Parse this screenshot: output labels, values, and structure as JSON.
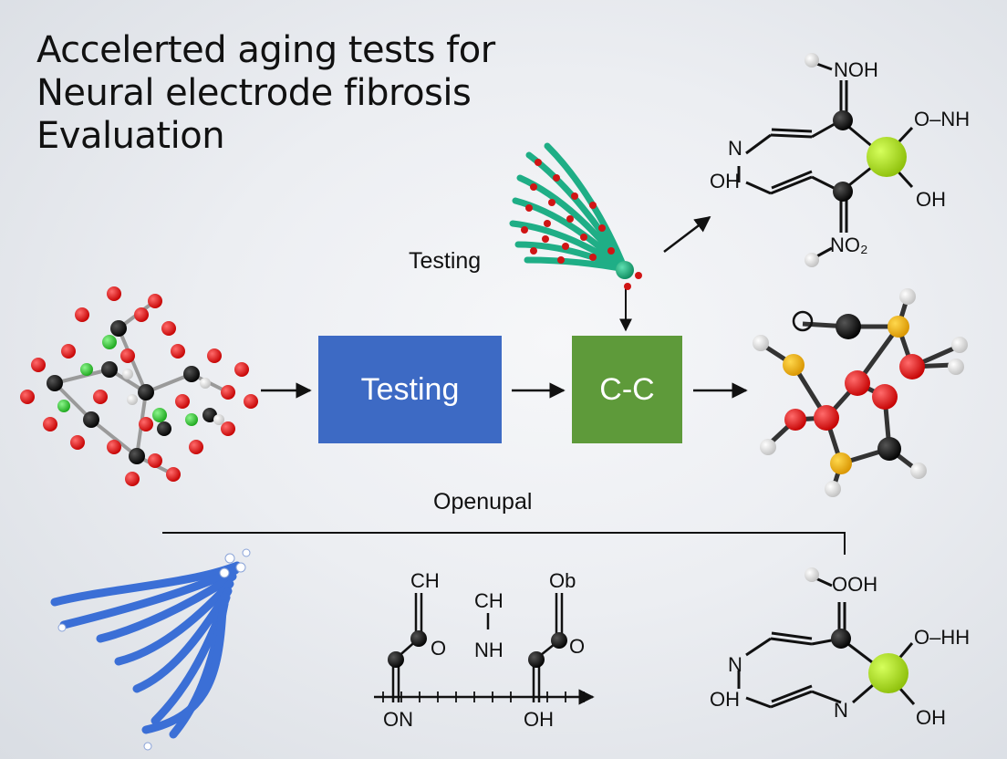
{
  "title": {
    "line1": "Accelerted aging tests for",
    "line2": "Neural electrode fibrosis",
    "line3": "Evaluation"
  },
  "labels": {
    "testing_above": "Testing",
    "openupal": "Openupal"
  },
  "boxes": {
    "blue": "Testing",
    "green": "C-C"
  },
  "molecule_top_right": {
    "noh": "NOH",
    "n": "N",
    "oh_left": "OH",
    "onh": "O–NH",
    "oh_right": "OH",
    "no2": "NO₂"
  },
  "chain_bottom": {
    "ch_left": "CH",
    "o_left": "O",
    "ch_mid": "CH",
    "nh": "NH",
    "ob": "Ob",
    "o_right": "O",
    "on": "ON",
    "oh": "OH"
  },
  "molecule_bottom_right": {
    "ooh": "OOH",
    "n": "N",
    "oh_left": "OH",
    "ohh": "O–HH",
    "n_mid": "N",
    "oh_right": "OH"
  },
  "colors": {
    "blue_box": "#3d6ac4",
    "green_box": "#5e9a3a",
    "oxygen": "#e01515",
    "carbon": "#111111",
    "chlorine": "#33cc33",
    "sulfur": "#f2b600",
    "ribbon_green": "#1fae86",
    "ribbon_blue": "#3b6fd6",
    "yellow_green": "#a8d81a"
  }
}
